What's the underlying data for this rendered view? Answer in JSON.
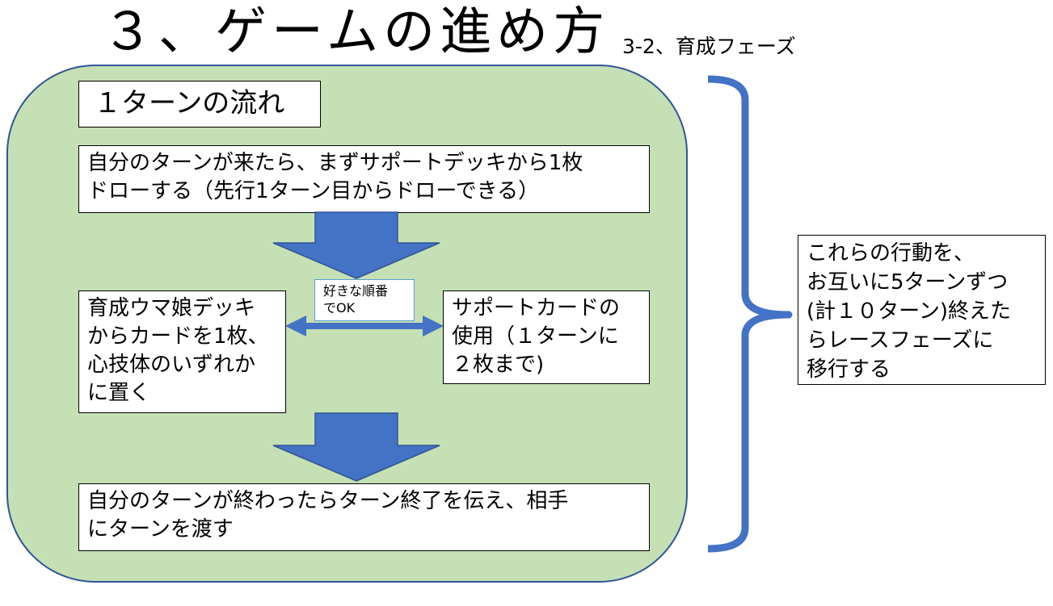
{
  "slide": {
    "title": "３、ゲームの進め方",
    "subtitle": "3-2、育成フェーズ"
  },
  "flow": {
    "heading": "１ターンの流れ",
    "step_draw": "自分のターンが来たら、まずサポートデッキから1枚\nドローする（先行1ターン目からドローできる）",
    "step_set": "育成ウマ娘デッキ\nからカードを1枚、\n心技体のいずれか\nに置く",
    "any_order_label": "好きな順番\nでOK",
    "step_support": "サポートカードの\n使用（１ターンに\n２枚まで)",
    "step_end": "自分のターンが終わったらターン終了を伝え、相手\nにターンを渡す"
  },
  "note": {
    "text": "これらの行動を、\nお互いに5ターンずつ\n(計１０ターン)終えた\nらレースフェーズに\n移行する"
  },
  "colors": {
    "panel_fill": "#c5e0b4",
    "panel_border": "#2f5597",
    "arrow_fill": "#4472c4",
    "arrow_border": "#2f5597",
    "brace": "#4472c4"
  }
}
